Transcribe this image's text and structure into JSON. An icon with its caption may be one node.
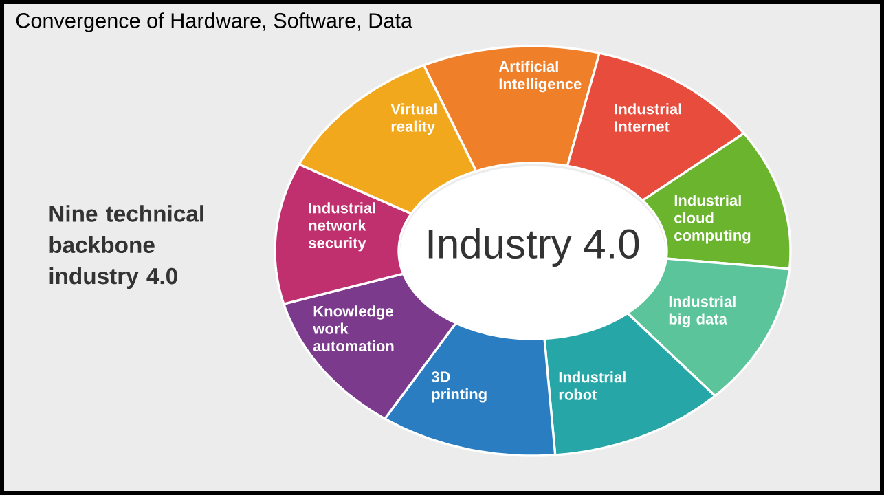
{
  "diagram": {
    "title": "Convergence of Hardware, Software, Data",
    "nodes": [
      {
        "text": [
          "Industry 4.0"
        ]
      },
      {
        "text": [
          "Artificial Intelligence"
        ]
      },
      {
        "text": [
          "Industrial Internet"
        ]
      },
      {
        "text": [
          "Industrial cloud computing"
        ]
      },
      {
        "text": [
          "Industrial big data"
        ]
      },
      {
        "text": [
          "Industrial robot"
        ]
      },
      {
        "text": [
          "3D printing"
        ]
      },
      {
        "text": [
          "Knowledge work automation"
        ]
      },
      {
        "text": [
          "Industrial network security"
        ]
      },
      {
        "text": [
          "Virtual reality"
        ]
      }
    ],
    "labels": [
      "Nine technical backbone industry 4.0"
    ]
  }
}
